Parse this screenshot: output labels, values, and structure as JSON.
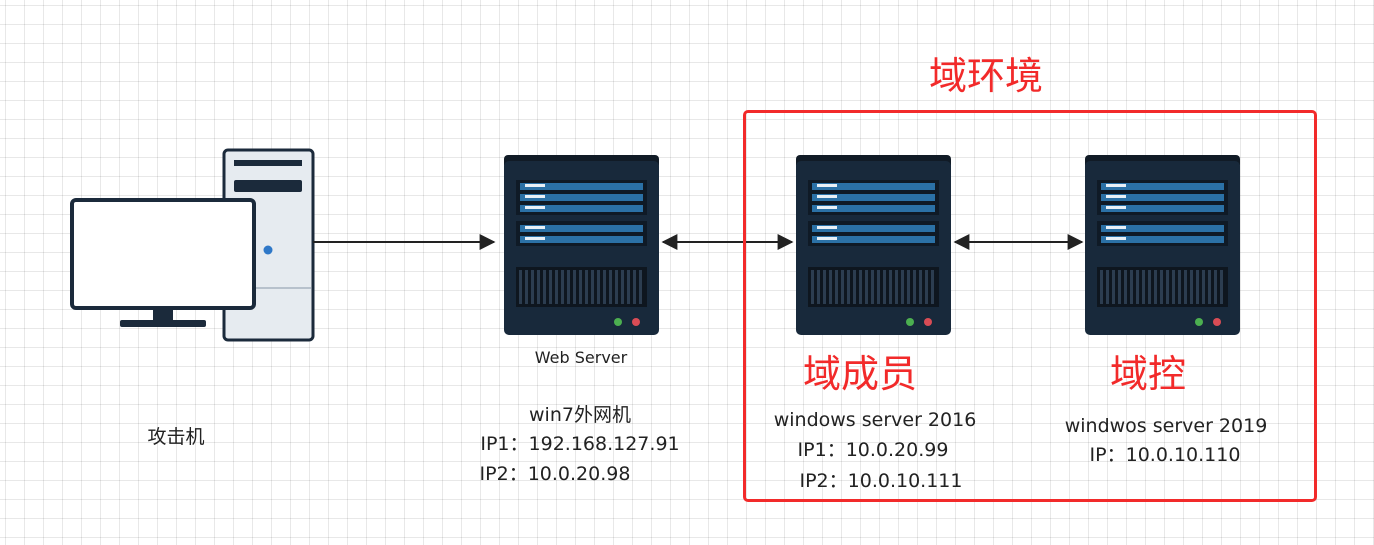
{
  "domain_environment": {
    "title": "域环境"
  },
  "nodes": {
    "attacker": {
      "label": "攻击机",
      "icon": "desktop-computer-icon"
    },
    "web_server": {
      "icon_caption": "Web Server",
      "name": "win7外网机",
      "ip1": "IP1：192.168.127.91",
      "ip2": "IP2：10.0.20.98",
      "icon": "server-icon"
    },
    "domain_member": {
      "role": "域成员",
      "name": "windows server 2016",
      "ip1": "IP1：10.0.20.99",
      "ip2": "IP2：10.0.10.111",
      "icon": "server-icon"
    },
    "domain_controller": {
      "role": "域控",
      "name": "windwos server 2019",
      "ip": "IP：10.0.10.110",
      "icon": "server-icon"
    }
  },
  "colors": {
    "highlight_red": "#f22a2a",
    "server_body": "#18293b",
    "server_panel": "#2b71a6",
    "pc_blue_dot": "#2f78c8",
    "led_green": "#4caf50",
    "led_red": "#d94c55"
  }
}
